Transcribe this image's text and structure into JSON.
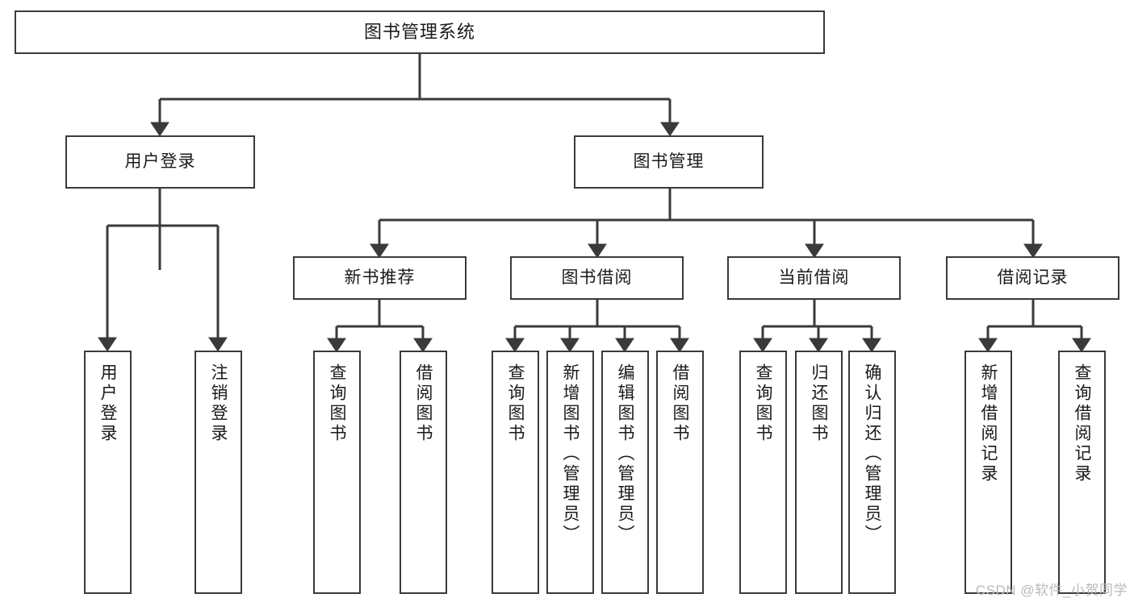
{
  "diagram": {
    "title": "图书管理系统",
    "type": "tree-hierarchy",
    "root": {
      "id": "root",
      "label": "图书管理系统"
    },
    "level2": [
      {
        "id": "user-login",
        "label": "用户登录"
      },
      {
        "id": "book-management",
        "label": "图书管理"
      }
    ],
    "level3": [
      {
        "id": "new-book-recommend",
        "label": "新书推荐",
        "parent": "book-management"
      },
      {
        "id": "book-borrow",
        "label": "图书借阅",
        "parent": "book-management"
      },
      {
        "id": "current-borrow",
        "label": "当前借阅",
        "parent": "book-management"
      },
      {
        "id": "borrow-record",
        "label": "借阅记录",
        "parent": "book-management"
      }
    ],
    "leaves": {
      "user_login": [
        {
          "id": "leaf-user-login",
          "label": "用户登录"
        },
        {
          "id": "leaf-logout-login",
          "label": "注销登录"
        }
      ],
      "new_book_recommend": [
        {
          "id": "leaf-query-book-1",
          "label": "查询图书"
        },
        {
          "id": "leaf-borrow-book-1",
          "label": "借阅图书"
        }
      ],
      "book_borrow": [
        {
          "id": "leaf-query-book-2",
          "label": "查询图书"
        },
        {
          "id": "leaf-add-book",
          "label": "新增图书（管理员）"
        },
        {
          "id": "leaf-edit-book",
          "label": "编辑图书（管理员）"
        },
        {
          "id": "leaf-borrow-book-2",
          "label": "借阅图书"
        }
      ],
      "current_borrow": [
        {
          "id": "leaf-query-book-3",
          "label": "查询图书"
        },
        {
          "id": "leaf-return-book",
          "label": "归还图书"
        },
        {
          "id": "leaf-confirm-return",
          "label": "确认归还（管理员）"
        }
      ],
      "borrow_record": [
        {
          "id": "leaf-add-record",
          "label": "新增借阅记录"
        },
        {
          "id": "leaf-query-record",
          "label": "查询借阅记录"
        }
      ]
    },
    "watermark": "CSDN @软件_小贺同学",
    "colors": {
      "stroke": "#3a3a3a",
      "fill": "#ffffff",
      "text": "#1a1a1a",
      "watermark": "#b9b9b9"
    }
  }
}
